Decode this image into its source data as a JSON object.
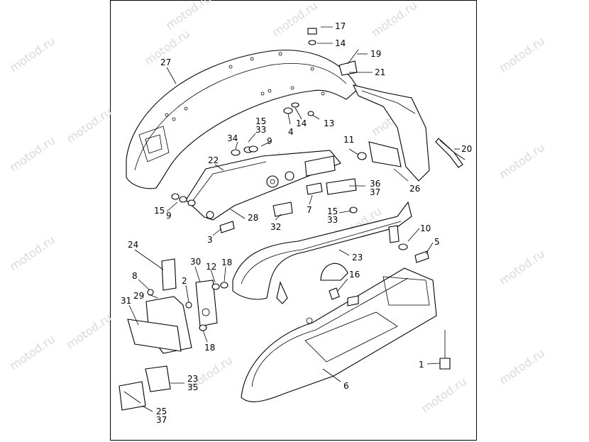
{
  "watermark": "motod.ru",
  "callouts": {
    "c17": "17",
    "c14a": "14",
    "c19": "19",
    "c21": "21",
    "c27": "27",
    "c15a": "15",
    "c33a": "33",
    "c34": "34",
    "c9a": "9",
    "c4": "4",
    "c14b": "14",
    "c13": "13",
    "c11": "11",
    "c20": "20",
    "c26": "26",
    "c22": "22",
    "c36": "36",
    "c37a": "37",
    "c15b": "15",
    "c9b": "9",
    "c7": "7",
    "c28": "28",
    "c15c": "15",
    "c33b": "33",
    "c3": "3",
    "c32": "32",
    "c10": "10",
    "c5": "5",
    "c23a": "23",
    "c24": "24",
    "c30": "30",
    "c12": "12",
    "c18a": "18",
    "c8": "8",
    "c29": "29",
    "c2": "2",
    "c16": "16",
    "c31": "31",
    "c18b": "18",
    "c1": "1",
    "c6": "6",
    "c23b": "23",
    "c35": "35",
    "c25": "25",
    "c37b": "37"
  }
}
